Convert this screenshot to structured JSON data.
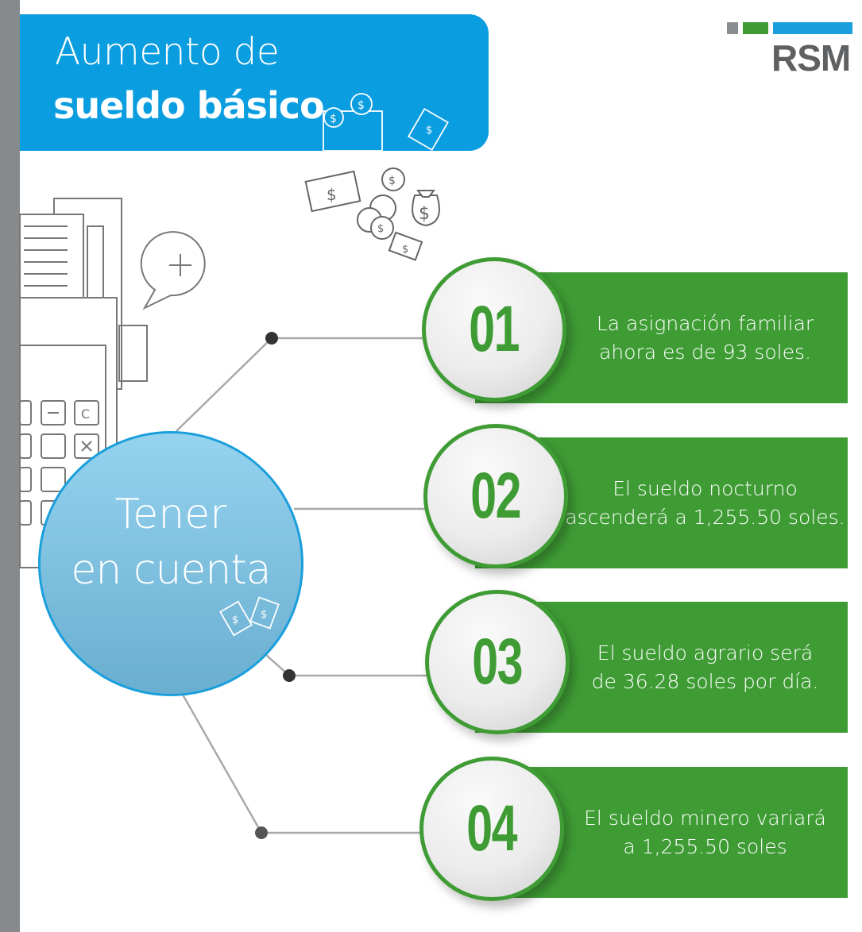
{
  "header": {
    "title_line1": "Aumento de",
    "title_line2": "sueldo básico"
  },
  "logo": {
    "text": "RSM",
    "colors": [
      "#8a8c8e",
      "#3f9c35",
      "#1a9fdc"
    ]
  },
  "center": {
    "line1": "Tener",
    "line2": "en cuenta"
  },
  "items": [
    {
      "number": "01",
      "line1": "La asignación familiar",
      "line2": "ahora es de 93 soles."
    },
    {
      "number": "02",
      "line1": "El sueldo nocturno",
      "line2": "ascenderá a 1,255.50 soles."
    },
    {
      "number": "03",
      "line1": "El sueldo agrario será",
      "line2": "de 36.28 soles por día."
    },
    {
      "number": "04",
      "line1": "El sueldo minero variará",
      "line2": "a 1,255.50 soles"
    }
  ],
  "colors": {
    "green": "#3f9c35",
    "blue": "#0a9de0",
    "gray": "#878a8d"
  }
}
